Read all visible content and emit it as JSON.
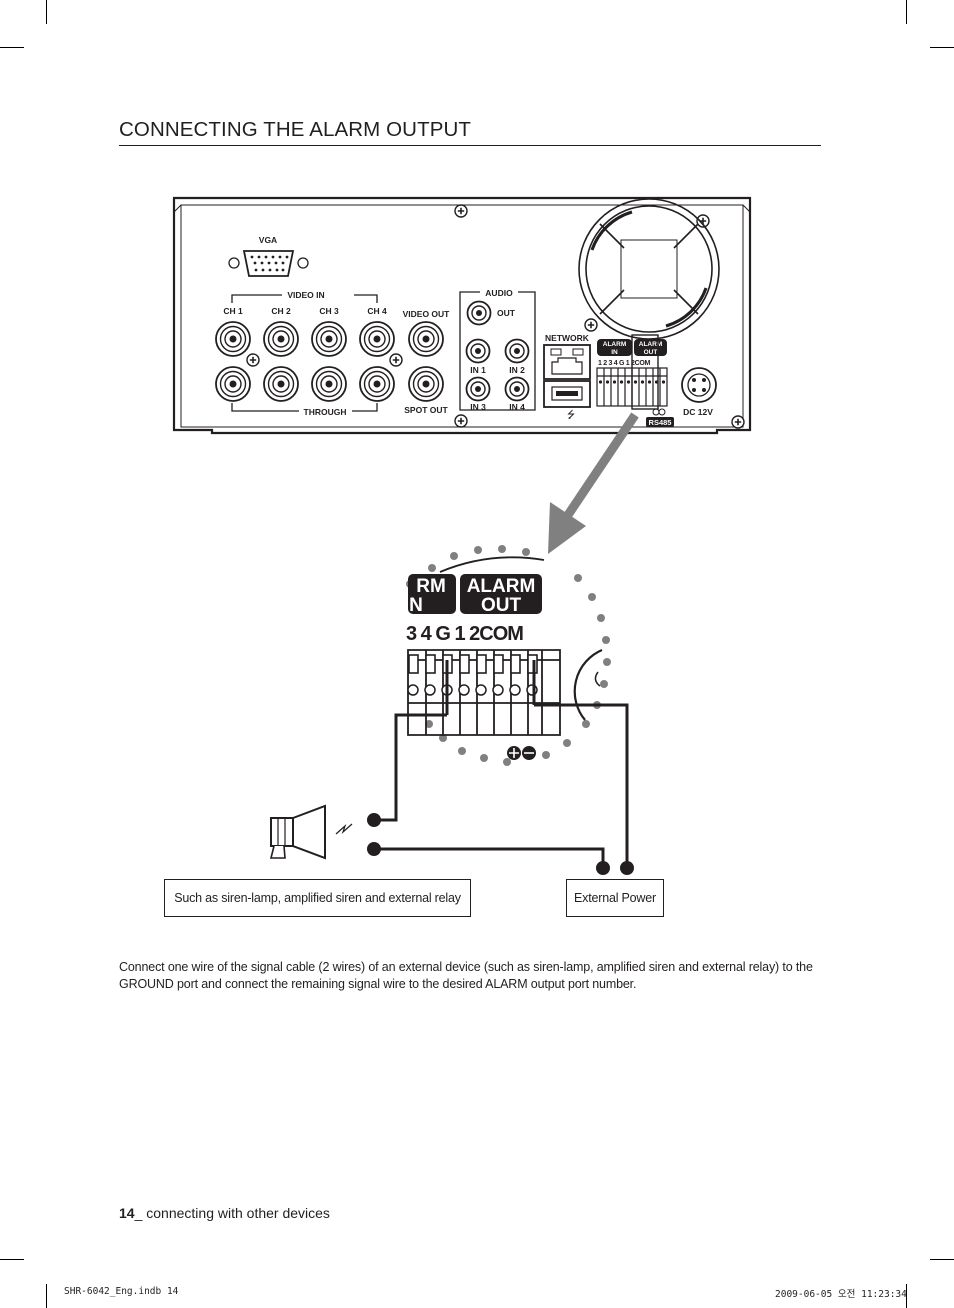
{
  "section": {
    "title": "CONNECTING THE ALARM OUTPUT"
  },
  "panel": {
    "vga": "VGA",
    "video_in": "VIDEO IN",
    "channels": [
      "CH 1",
      "CH 2",
      "CH 3",
      "CH 4"
    ],
    "through": "THROUGH",
    "video_out": "VIDEO OUT",
    "spot_out": "SPOT OUT",
    "audio": "AUDIO",
    "audio_out": "OUT",
    "audio_in": [
      "IN 1",
      "IN 2",
      "IN 3",
      "IN 4"
    ],
    "network": "NETWORK",
    "usb_symbol": "⭍",
    "alarm_in": [
      "ALARM",
      "IN"
    ],
    "alarm_out": [
      "ALARM",
      "OUT"
    ],
    "terminal_numbers": "1 2 3 4 G 1 2COM",
    "rs485": "RS485",
    "dc": "DC 12V"
  },
  "zoom": {
    "alarm_in_partial": [
      "RM",
      "N"
    ],
    "alarm_out": [
      "ALARM",
      "OUT"
    ],
    "pins": "3 4 G 1  2COM"
  },
  "captions": {
    "device": "Such as siren-lamp, amplified siren and external relay",
    "power": "External Power"
  },
  "body": {
    "text": "Connect one wire of the signal cable (2 wires) of an external device (such as siren-lamp, amplified siren and external relay) to the GROUND port and connect the remaining signal wire to the desired ALARM output port number."
  },
  "footer": {
    "page_number": "14",
    "separator": "_",
    "chapter": " connecting with other devices"
  },
  "slug": {
    "file": "SHR-6042_Eng.indb   14",
    "date": "2009-06-05   오전 11:23:34"
  }
}
